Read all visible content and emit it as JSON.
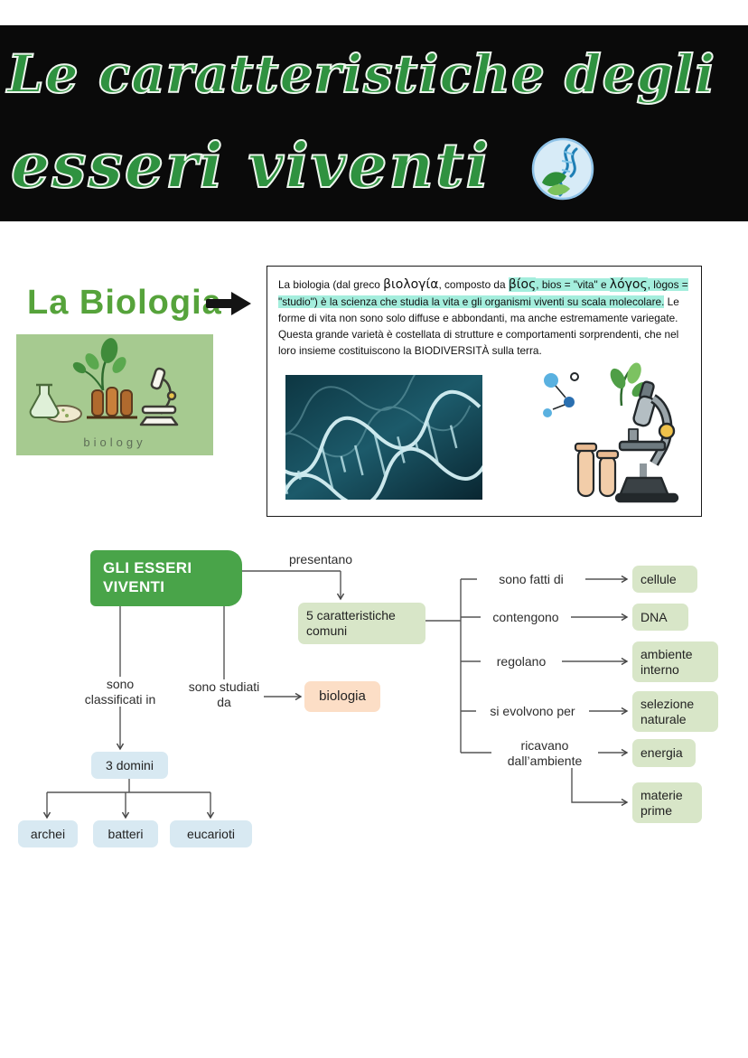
{
  "header": {
    "title_line1": "Le caratteristiche degli",
    "title_line2": "esseri viventi"
  },
  "biology_section": {
    "title": "La Biologia",
    "illustration_caption": "biology",
    "paragraph_segments": [
      {
        "text": "La biologia (dal greco ",
        "style": "normal"
      },
      {
        "text": "βιολογία",
        "style": "greek"
      },
      {
        "text": ", composto da ",
        "style": "normal"
      },
      {
        "text": "βίος",
        "style": "greek-highlight"
      },
      {
        "text": ", bios = \"vita\" e ",
        "style": "highlight"
      },
      {
        "text": "λόγος",
        "style": "greek-highlight"
      },
      {
        "text": ", lògos = \"studio\") è la scienza che studia la vita e gli organismi viventi su scala molecolare.",
        "style": "highlight"
      },
      {
        "text": " Le forme di vita non sono solo diffuse e abbondanti, ma anche estremamente variegate. Questa grande varietà è costellata di strutture e comportamenti sorprendenti, che nel loro insieme costituiscono la BIODIVERSITÀ sulla terra.",
        "style": "normal"
      }
    ]
  },
  "concept_map": {
    "root_label": "GLI ESSERI VIVENTI",
    "presentano_label": "presentano",
    "five_characteristics_label": "5 caratteristiche comuni",
    "branches": [
      {
        "label": "sono fatti di",
        "target": "cellule"
      },
      {
        "label": "contengono",
        "target": "DNA"
      },
      {
        "label": "regolano",
        "target": "ambiente interno"
      },
      {
        "label": "si evolvono per",
        "target": "selezione naturale"
      },
      {
        "label": "ricavano dall’ambiente",
        "target": "energia"
      },
      {
        "label": "",
        "target": "materie prime"
      }
    ],
    "classification": {
      "label": "sono classificati in",
      "node": "3 domini",
      "children": [
        "archei",
        "batteri",
        "eucarioti"
      ]
    },
    "studied_by": {
      "label": "sono studiati da",
      "node": "biologia"
    }
  },
  "icons": {
    "logo": "dna-leaf-logo",
    "arrow": "right-arrow-icon"
  },
  "colors": {
    "header_bg": "#0a0a0a",
    "script_green": "#2f9240",
    "section_green": "#56a33b",
    "root_green": "#49a449",
    "light_green": "#d8e6c8",
    "light_blue": "#d8e9f2",
    "peach": "#fcdec6",
    "highlight": "#a4eedd",
    "card_green": "#a6ca90"
  }
}
